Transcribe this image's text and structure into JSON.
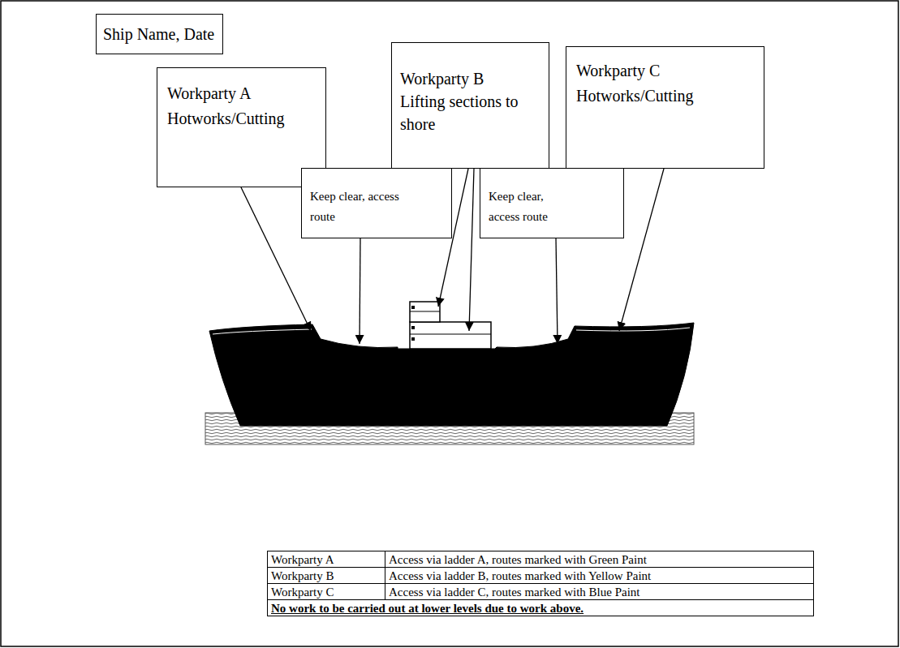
{
  "diagram": {
    "nodes": [
      {
        "text": [
          "Ship Name, Date"
        ]
      },
      {
        "text": [
          "Workparty A",
          "Hotworks/Cutting"
        ]
      },
      {
        "text": [
          "Workparty B",
          "Lifting sections to shore"
        ]
      },
      {
        "text": [
          "Workparty C",
          "Hotworks/Cutting"
        ]
      },
      {
        "text": [
          "Keep clear, access route"
        ]
      },
      {
        "text": [
          "Keep clear, access route"
        ]
      }
    ],
    "labels": [
      "Workparty A",
      "Access via ladder A, routes marked with Green Paint",
      "Workparty B",
      "Access via ladder B, routes marked with Yellow Paint",
      "Workparty C",
      "Access via ladder C, routes marked with Blue Paint",
      "No work to be carried out at lower levels due to work above."
    ]
  }
}
